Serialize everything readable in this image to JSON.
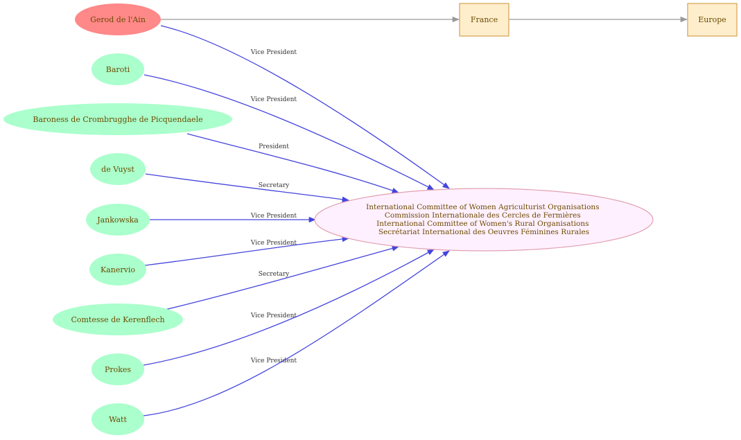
{
  "colors": {
    "person_fill": "#aaffcc",
    "founder_fill": "#ff8888",
    "org_fill": "#fff0ff",
    "org_stroke": "#e0a0b0",
    "place_fill": "#ffeecc",
    "place_stroke": "#d4a050",
    "role_edge": "#4444dd",
    "location_edge": "#999999",
    "text": "#6b4a00"
  },
  "organization": {
    "lines": [
      "International Committee of Women Agriculturist Organisations",
      "Commission Internationale des Cercles de Fermières",
      "International Committee of Women's Rural Organisations",
      "Secrétariat International des Oeuvres Féminines Rurales"
    ]
  },
  "places": [
    {
      "id": "france",
      "label": "France"
    },
    {
      "id": "europe",
      "label": "Europe"
    }
  ],
  "people": [
    {
      "id": "gerod",
      "label": "Gerod  de l'Ain",
      "role": "Vice President",
      "founder": true
    },
    {
      "id": "baroti",
      "label": "Baroti",
      "role": "Vice President",
      "founder": false
    },
    {
      "id": "baroness",
      "label": "Baroness  de Crombrugghe de Picquendaele",
      "role": "President",
      "founder": false
    },
    {
      "id": "devuyst",
      "label": "de Vuyst",
      "role": "Secretary",
      "founder": false
    },
    {
      "id": "jankowska",
      "label": "Jankowska",
      "role": "Vice President",
      "founder": false
    },
    {
      "id": "kanervio",
      "label": "Kanervio",
      "role": "Vice President",
      "founder": false
    },
    {
      "id": "comtesse",
      "label": "Comtesse de Kerenflech",
      "role": "Secretary",
      "founder": false
    },
    {
      "id": "prokes",
      "label": "Prokes",
      "role": "Vice President",
      "founder": false
    },
    {
      "id": "watt",
      "label": "Watt",
      "role": "Vice President",
      "founder": false
    }
  ]
}
